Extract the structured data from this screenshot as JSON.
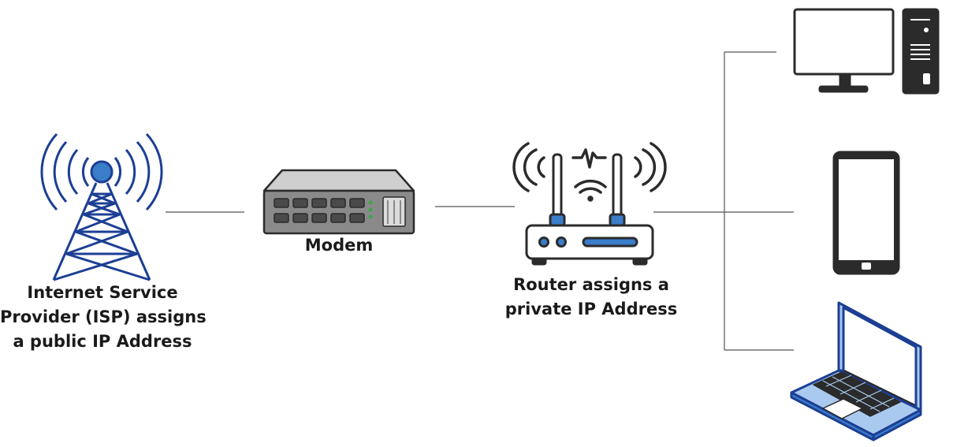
{
  "nodes": {
    "isp": {
      "label_lines": [
        "Internet Service",
        "Provider (ISP) assigns",
        "a public IP Address"
      ]
    },
    "modem": {
      "label": "Modem"
    },
    "router": {
      "label_lines": [
        "Router assigns a",
        "private IP Address"
      ]
    },
    "devices": [
      "desktop-computer",
      "smartphone",
      "laptop"
    ]
  },
  "colors": {
    "blue": "#3a7dc9",
    "dark_blue": "#1c3f94",
    "light_blue": "#a9c9ef",
    "outline": "#2b2b2b",
    "gray_dark": "#8a8a8a",
    "gray_light": "#cfcfcf",
    "connector": "#555555"
  }
}
